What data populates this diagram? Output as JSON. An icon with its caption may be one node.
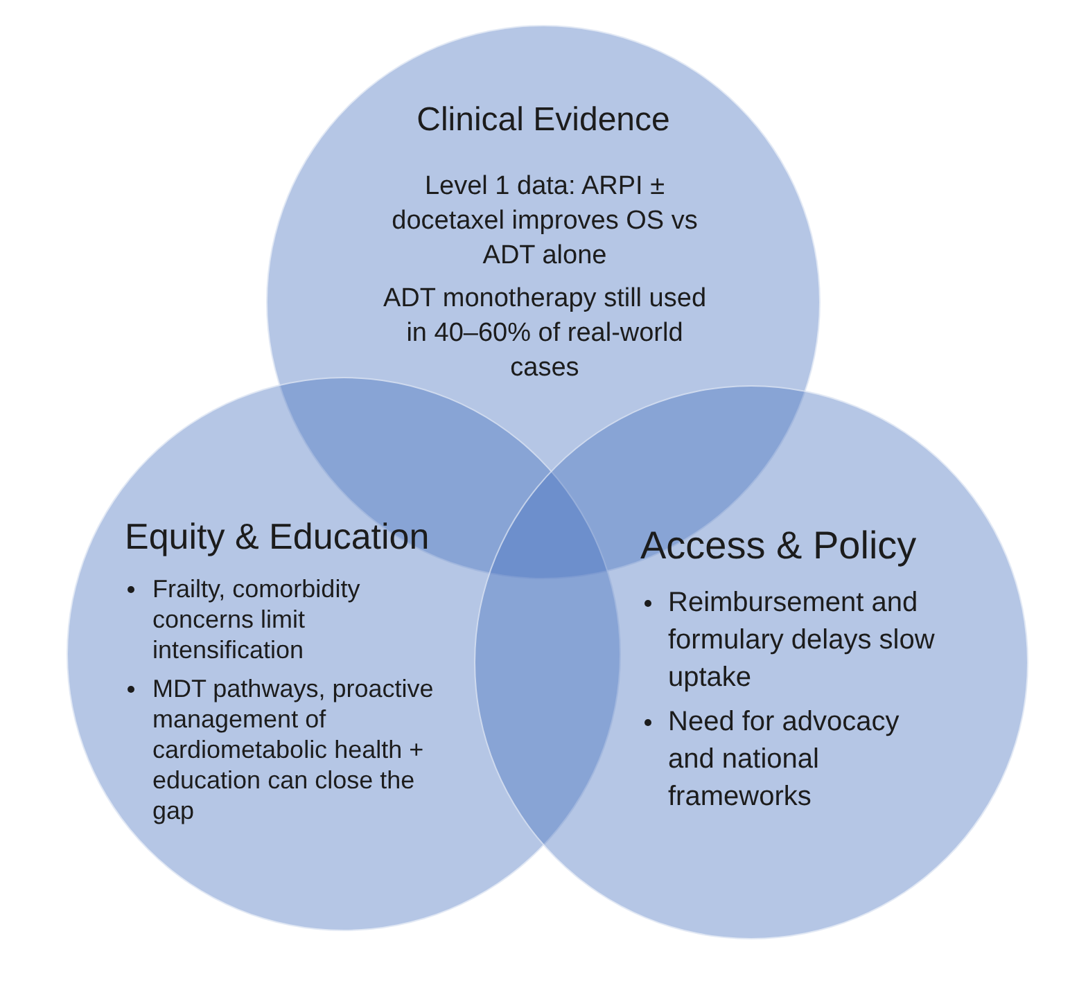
{
  "diagram": {
    "nodes": [
      {
        "text": [
          "Clinical Evidence",
          "Level 1 data: ARPI ± docetaxel improves OS vs ADT alone",
          "ADT monotherapy still used in 40–60% of real-world cases"
        ]
      },
      {
        "text": [
          "Equity & Education",
          "Frailty, comorbidity concerns limit intensification",
          "MDT pathways, proactive management of cardiometabolic health + education can close the gap"
        ]
      },
      {
        "text": [
          "Access & Policy",
          "Reimbursement and formulary delays slow uptake",
          "Need for advocacy and national frameworks"
        ]
      }
    ]
  }
}
